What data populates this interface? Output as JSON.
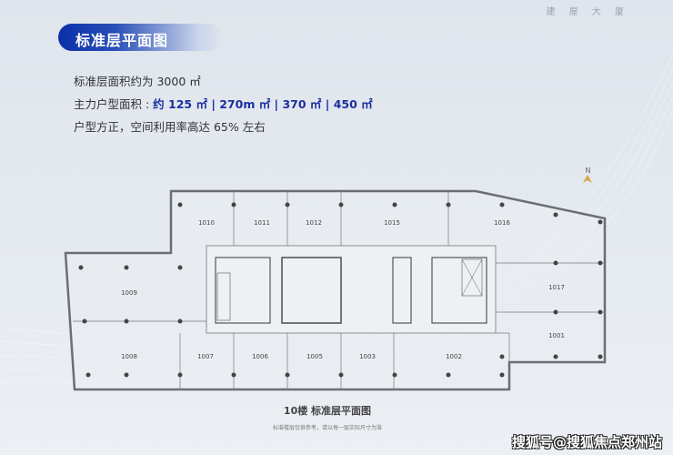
{
  "brand": "建 屋 大 厦",
  "header": {
    "title": "标准层平面图"
  },
  "info": {
    "area_line": "标准层面积约为 3000 ㎡",
    "unit_label": "主力户型面积 : ",
    "unit_values": "约 125 ㎡ | 270m ㎡ | 370 ㎡ | 450 ㎡",
    "efficiency_line": "户型方正，空间利用率高达 65% 左右"
  },
  "compass": {
    "label": "N"
  },
  "rooms": [
    {
      "id": "1010"
    },
    {
      "id": "1011"
    },
    {
      "id": "1012"
    },
    {
      "id": "1015"
    },
    {
      "id": "1016"
    },
    {
      "id": "1009"
    },
    {
      "id": "1017"
    },
    {
      "id": "1001"
    },
    {
      "id": "1008"
    },
    {
      "id": "1007"
    },
    {
      "id": "1006"
    },
    {
      "id": "1005"
    },
    {
      "id": "1003"
    },
    {
      "id": "1002"
    }
  ],
  "caption": {
    "title": "10楼 标准层平面图",
    "note": "标准楼层仅供参考，请以每一层实际尺寸为准"
  },
  "watermark": "搜狐号@搜狐焦点郑州站",
  "colors": {
    "accent": "#0a2fa8",
    "highlight_text": "#1a2fa0",
    "wall": "#6b6f75"
  }
}
